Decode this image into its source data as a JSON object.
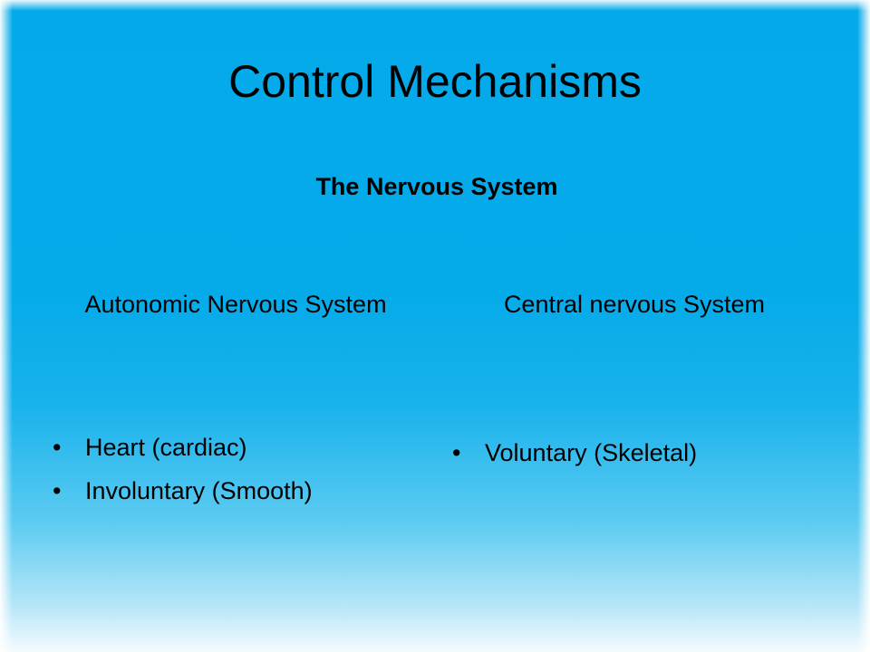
{
  "slide": {
    "title": "Control Mechanisms",
    "subtitle": "The Nervous System",
    "left_column": {
      "heading": "Autonomic Nervous System",
      "items": [
        {
          "bullet": "•",
          "text": "Heart (cardiac)"
        },
        {
          "bullet": "•",
          "text": "Involuntary (Smooth)"
        }
      ]
    },
    "right_column": {
      "heading": "Central nervous System",
      "items": [
        {
          "bullet": "•",
          "text": "Voluntary (Skeletal)"
        }
      ]
    }
  },
  "colors": {
    "background_top": "#03a9e9",
    "background_bottom": "#f4fbfe",
    "text": "#000000"
  }
}
